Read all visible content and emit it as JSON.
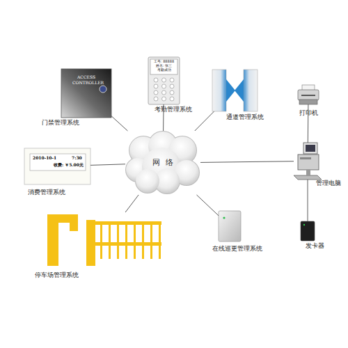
{
  "diagram": {
    "nodes": [
      {
        "text": [
          "门禁管理系统",
          "ACCESS CONTROLLER"
        ]
      },
      {
        "text": [
          "工号: 88888",
          "姓名: 张三",
          "考勤成功",
          "考勤管理系统"
        ]
      },
      {
        "text": [
          "通道管理系统"
        ]
      },
      {
        "text": [
          "打印机"
        ]
      },
      {
        "text": [
          "网络"
        ]
      },
      {
        "text": [
          "管理电脑"
        ]
      },
      {
        "text": [
          "2010-10-1",
          "7:30",
          "收费: ￥5.00元",
          "消费管理系统"
        ]
      },
      {
        "text": [
          "停车场管理系统"
        ]
      },
      {
        "text": [
          "在线巡更管理系统"
        ]
      },
      {
        "text": [
          "发卡器"
        ]
      }
    ],
    "edges": [
      {
        "from": 4,
        "to": 0,
        "arrow": "none"
      },
      {
        "from": 4,
        "to": 1,
        "arrow": "none"
      },
      {
        "from": 4,
        "to": 2,
        "arrow": "none"
      },
      {
        "from": 4,
        "to": 5,
        "arrow": "none"
      },
      {
        "from": 4,
        "to": 6,
        "arrow": "none"
      },
      {
        "from": 4,
        "to": 7,
        "arrow": "none"
      },
      {
        "from": 4,
        "to": 8,
        "arrow": "none"
      },
      {
        "from": 5,
        "to": 3,
        "arrow": "none"
      },
      {
        "from": 5,
        "to": 9,
        "arrow": "none"
      }
    ]
  }
}
